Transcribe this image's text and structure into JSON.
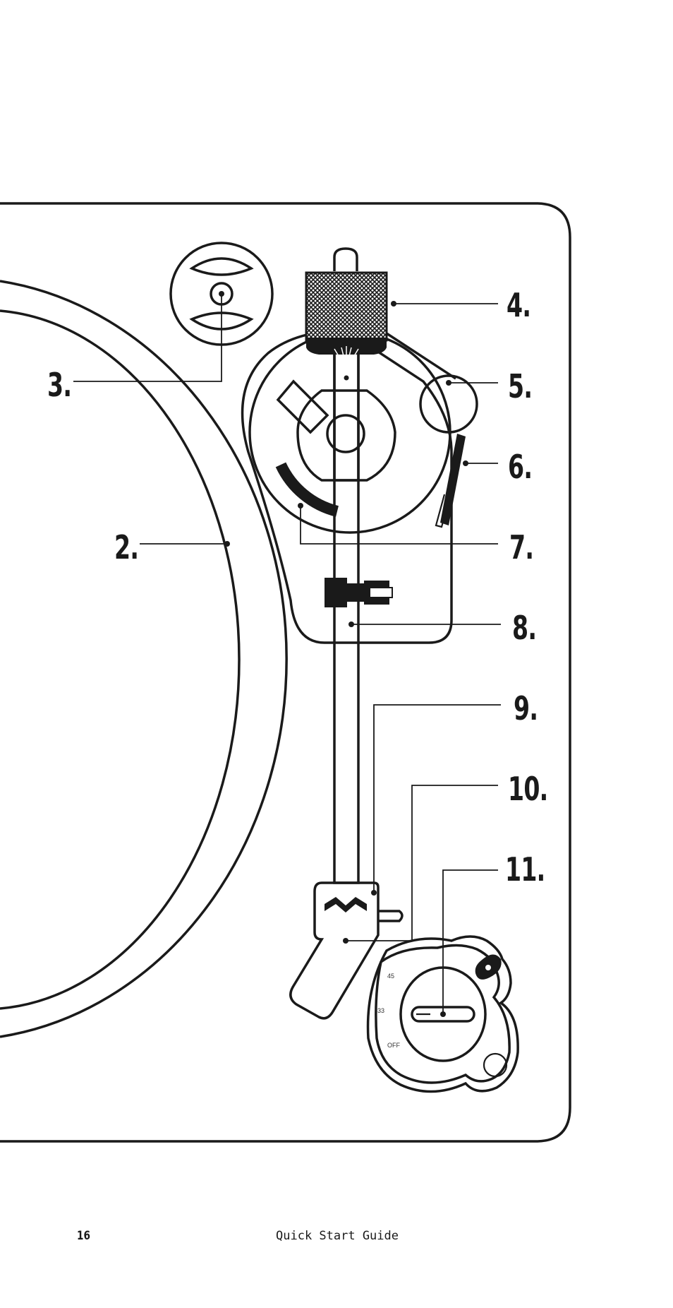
{
  "callouts": {
    "platter": "2.",
    "spindle": "3.",
    "cueing_lever": "4.",
    "counterweight": "5.",
    "tonearm_rest": "6.",
    "anti_skate": "7.",
    "tonearm": "8.",
    "headshell_lift": "9.",
    "cartridge": "10.",
    "speed_selector": "11."
  },
  "speed_dial": {
    "speed_45": "45",
    "speed_33": "33",
    "off": "OFF"
  },
  "footer": {
    "page_number": "16",
    "doc_title": "Quick Start Guide"
  },
  "colors": {
    "line": "#1a1a1a",
    "background": "#ffffff"
  }
}
